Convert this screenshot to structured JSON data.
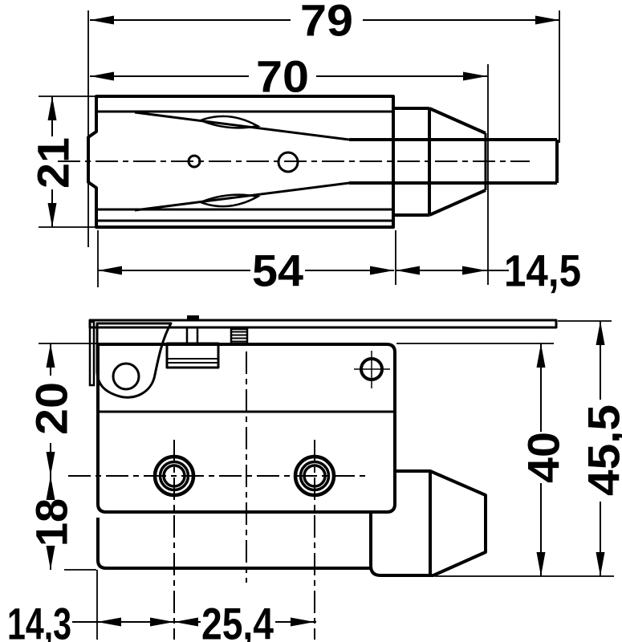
{
  "drawing": {
    "background": "#ffffff",
    "line_color": "#000000",
    "top_view": {
      "dims": {
        "overall_length": "79",
        "to_cone_end": "70",
        "width": "21",
        "body_length": "54",
        "cone_length": "14,5"
      }
    },
    "side_view": {
      "dims": {
        "top_to_axis": "20",
        "axis_to_bottom": "18",
        "body_height": "40",
        "overall_height": "45,5",
        "left_to_hole": "14,3",
        "hole_pitch": "25,4"
      }
    }
  }
}
